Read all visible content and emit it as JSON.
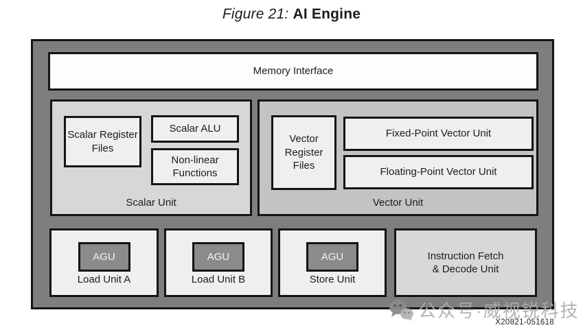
{
  "title": {
    "prefix": "Figure 21:",
    "name": "AI Engine"
  },
  "diagram": {
    "memory_interface": "Memory Interface",
    "scalar_unit": {
      "label": "Scalar Unit",
      "blocks": {
        "register_files": "Scalar Register Files",
        "alu": "Scalar ALU",
        "nonlinear": "Non-linear Functions"
      }
    },
    "vector_unit": {
      "label": "Vector Unit",
      "blocks": {
        "register_files": "Vector Register Files",
        "fixed_point": "Fixed-Point Vector Unit",
        "floating_point": "Floating-Point Vector Unit"
      }
    },
    "load_store_units": [
      {
        "label": "Load Unit A",
        "agu": "AGU"
      },
      {
        "label": "Load Unit B",
        "agu": "AGU"
      },
      {
        "label": "Store Unit",
        "agu": "AGU"
      }
    ],
    "instruction_fetch": {
      "line1": "Instruction Fetch",
      "line2": "& Decode Unit"
    }
  },
  "watermark": {
    "icon": "wechat-icon",
    "text": "公众号·威视锐科技"
  },
  "figure_id": "X20821-051618",
  "colors": {
    "outer_fill": "#7e7e7e",
    "scalar_fill": "#d7d7d7",
    "vector_fill": "#c3c3c3",
    "white_box": "#fdfdfd",
    "sub_box": "#efefef",
    "instr_fill": "#d8d8d8",
    "agu_fill": "#8b8b8b",
    "border": "#141414",
    "text": "#1c1c1c",
    "watermark_gray": "#acacac"
  }
}
